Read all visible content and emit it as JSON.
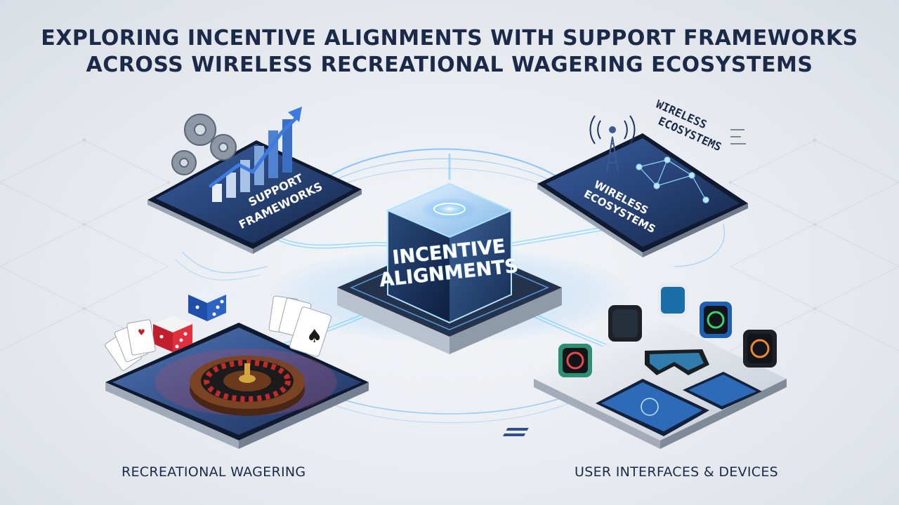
{
  "title": {
    "line1": "EXPLORING INCENTIVE ALIGNMENTS WITH SUPPORT FRAMEWORKS",
    "line2": "ACROSS WIRELESS RECREATIONAL WAGERING ECOSYSTEMS"
  },
  "center": {
    "line1": "INCENTIVE",
    "line2": "ALIGNMENTS"
  },
  "support": {
    "line1": "SUPPORT",
    "line2": "FRAMEWORKS"
  },
  "wireless": {
    "tablet_line1": "WIRELESS",
    "tablet_line2": "ECOSYSTEMS",
    "float_line1": "WIRELESS",
    "float_line2": "ECOSYSTEMS"
  },
  "captions": {
    "recreational": "RECREATIONAL WAGERING",
    "devices": "USER INTERFACES & DEVICES"
  },
  "colors": {
    "title": "#1c2a4a",
    "accent": "#4aa8ff",
    "panel_dark": "#1f3560",
    "glow": "#8fd3ff"
  },
  "icons": [
    "gear-icon",
    "growth-arrow-icon",
    "radio-tower-icon",
    "network-icon",
    "dice-icon",
    "playing-cards-icon",
    "roulette-wheel-icon",
    "smartwatch-icon",
    "vr-glasses-icon"
  ]
}
